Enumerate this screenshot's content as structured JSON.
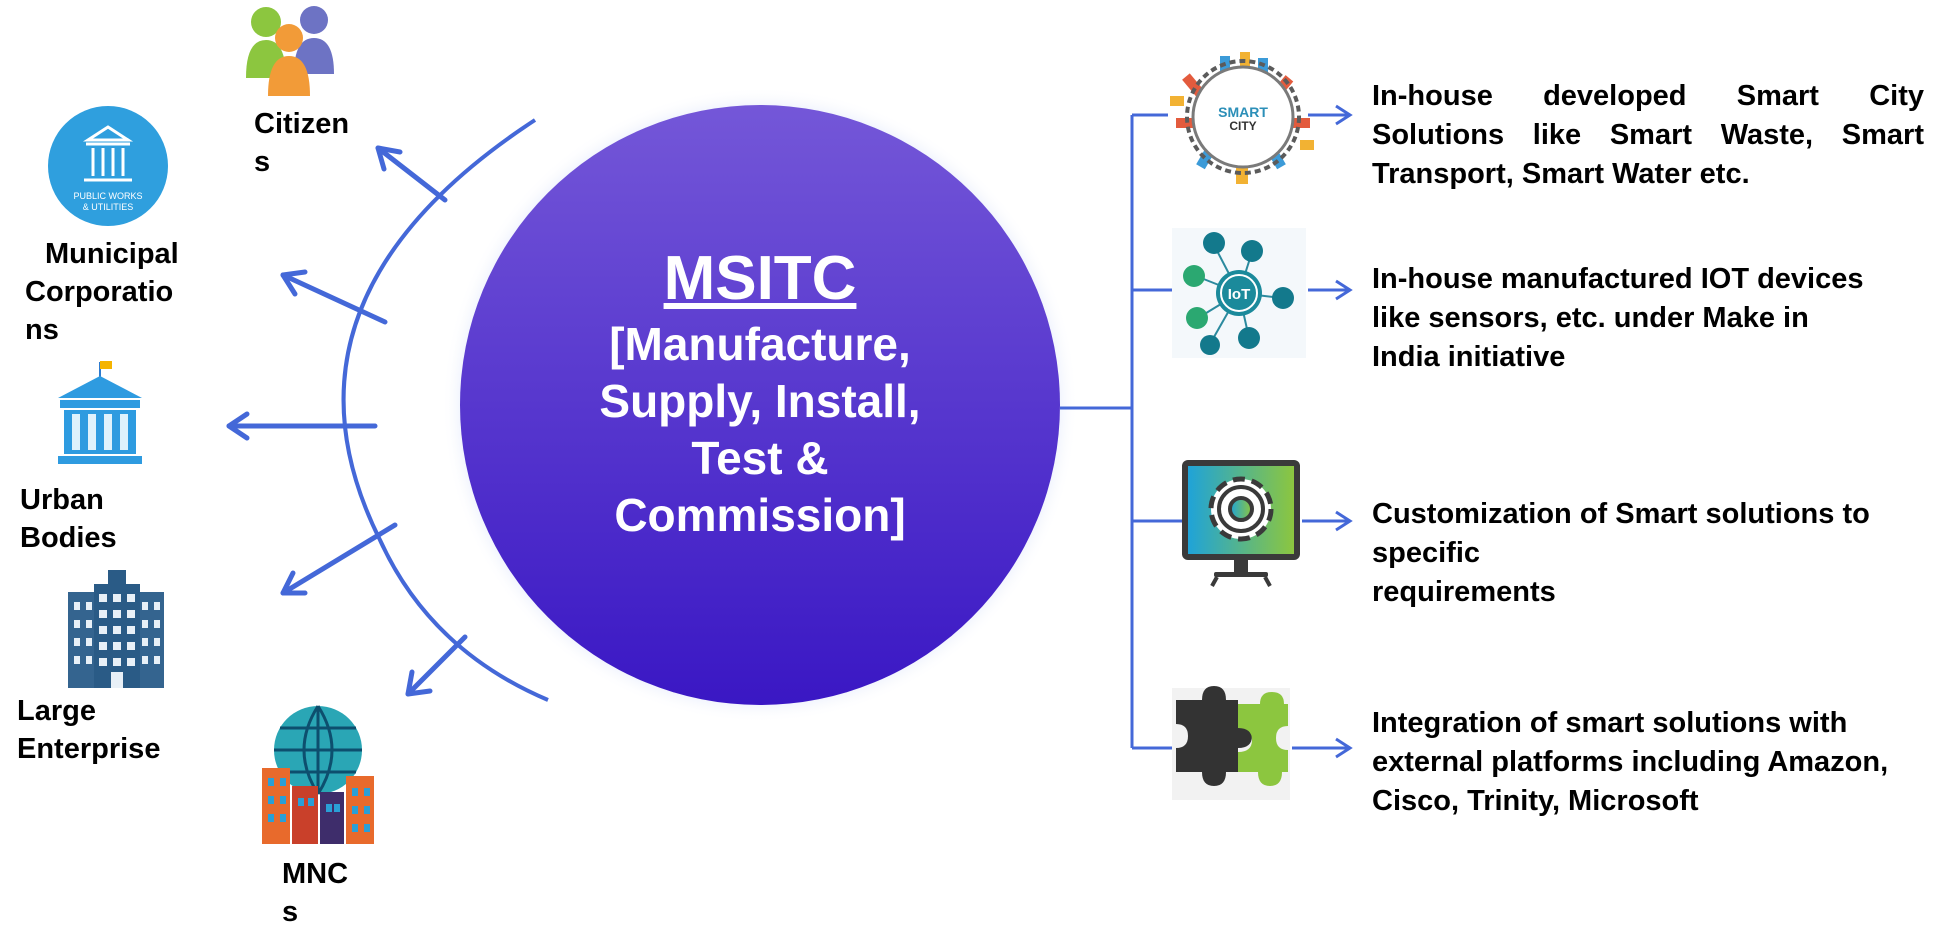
{
  "center": {
    "title": "MSITC",
    "subtitle_lines": [
      "[Manufacture,",
      "Supply, Install,",
      "Test &",
      "Commission]"
    ]
  },
  "stakeholders": [
    {
      "key": "citizens",
      "icon": "people-icon",
      "lines": [
        "Citizen",
        "s"
      ]
    },
    {
      "key": "municipal",
      "icon": "public-works-icon",
      "icon_text": [
        "PUBLIC WORKS",
        "& UTILITIES"
      ],
      "lines": [
        "Municipal",
        "Corporatio",
        "ns"
      ]
    },
    {
      "key": "urban",
      "icon": "government-building-icon",
      "lines": [
        "Urban",
        "Bodies"
      ]
    },
    {
      "key": "enterprise",
      "icon": "office-building-icon",
      "lines": [
        "Large",
        "Enterprise"
      ]
    },
    {
      "key": "mnc",
      "icon": "globe-city-icon",
      "lines": [
        "MNC",
        "s"
      ]
    }
  ],
  "offerings": [
    {
      "key": "smart-city",
      "icon": "smart-city-icon",
      "icon_text": [
        "SMART",
        "CITY"
      ],
      "lines": [
        "In-house developed Smart City",
        "Solutions like Smart Waste, Smart",
        "Transport, Smart  Water etc."
      ]
    },
    {
      "key": "iot",
      "icon": "iot-network-icon",
      "icon_text": [
        "IoT"
      ],
      "lines": [
        "In-house manufactured IOT devices",
        "like sensors, etc. under Make in",
        "India initiative"
      ]
    },
    {
      "key": "customization",
      "icon": "monitor-gear-icon",
      "lines": [
        "Customization of Smart solutions to",
        "specific",
        "requirements"
      ]
    },
    {
      "key": "integration",
      "icon": "puzzle-icon",
      "lines": [
        "Integration of smart solutions with",
        "external  platforms including Amazon,",
        "Cisco, Trinity, Microsoft"
      ]
    }
  ],
  "colors": {
    "connector": "#4468d8",
    "circle_top": "#7457d8",
    "circle_bottom": "#3a17c4",
    "glow": "#a9bdf3"
  }
}
